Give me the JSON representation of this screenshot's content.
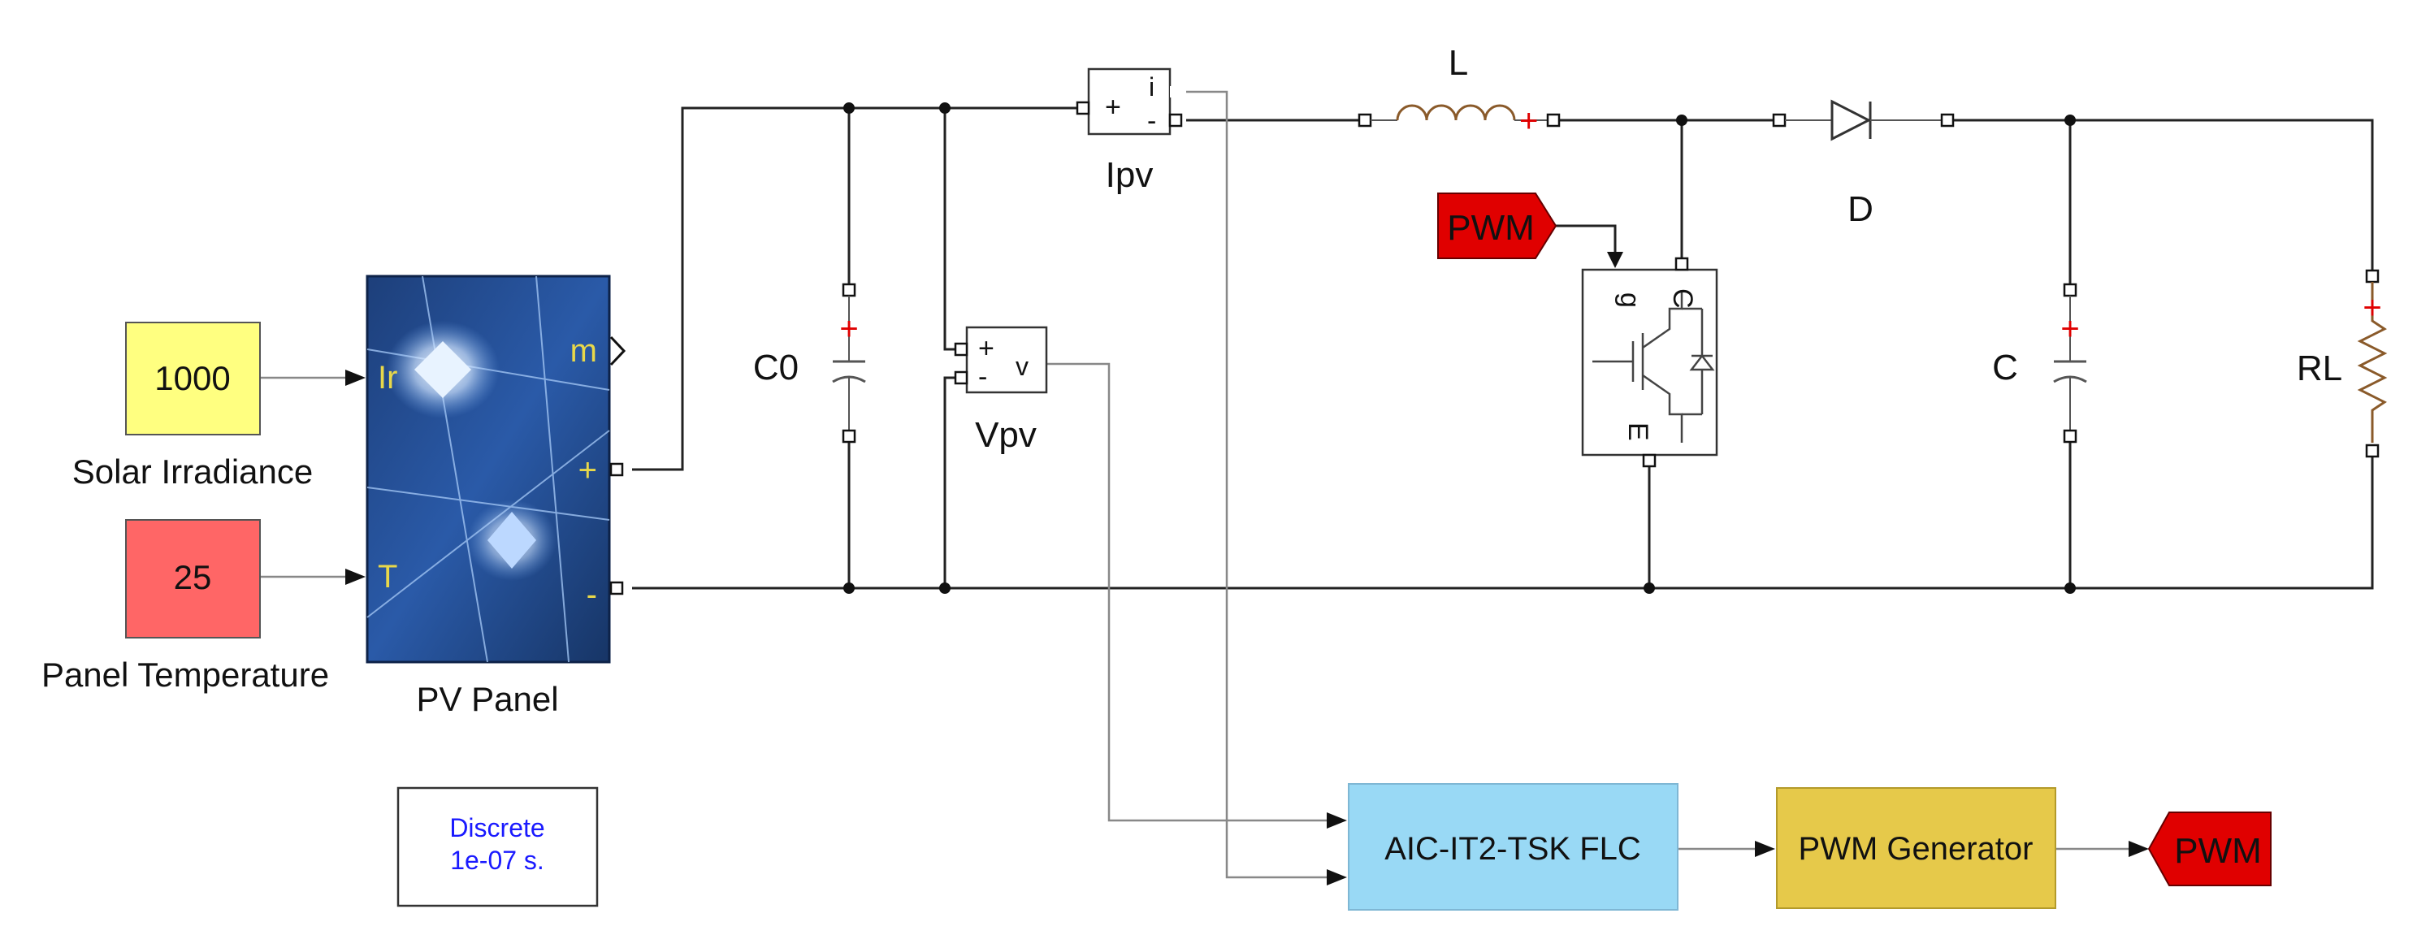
{
  "diagram": {
    "solar_irradiance": {
      "value": "1000",
      "label": "Solar Irradiance",
      "color": "#ffff80"
    },
    "panel_temperature": {
      "value": "25",
      "label": "Panel Temperature",
      "color": "#ff6666"
    },
    "pv_panel": {
      "label": "PV Panel",
      "port_ir": "Ir",
      "port_t": "T",
      "port_m": "m",
      "port_plus": "+",
      "port_minus": "-"
    },
    "c0": {
      "label": "C0",
      "polarity": "+"
    },
    "ipv_sensor": {
      "label": "Ipv",
      "plus": "+",
      "minus": "-",
      "out": "i"
    },
    "vpv_sensor": {
      "label": "Vpv",
      "plus": "+",
      "minus": "-",
      "out": "v"
    },
    "inductor": {
      "label": "L",
      "polarity": "+"
    },
    "diode": {
      "label": "D"
    },
    "pwm_from": {
      "label": "PWM",
      "color": "#e00000"
    },
    "igbt": {
      "gate": "g",
      "collector": "C",
      "emitter": "E"
    },
    "capacitor": {
      "label": "C",
      "polarity": "+"
    },
    "load": {
      "label": "RL",
      "polarity": "+"
    },
    "solver": {
      "line1": "Discrete",
      "line2": "1e-07 s."
    },
    "controller": {
      "label": "AIC-IT2-TSK FLC",
      "color": "#99d9f5"
    },
    "pwm_generator": {
      "label": "PWM Generator",
      "color": "#e6c94a"
    },
    "pwm_goto": {
      "label": "PWM",
      "color": "#e00000"
    }
  }
}
